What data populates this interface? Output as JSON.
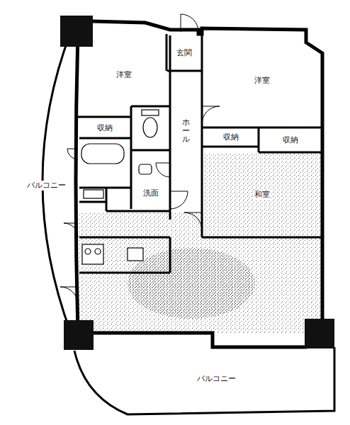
{
  "diagram": {
    "nodes": [
      {
        "text": [
          "洋室"
        ]
      },
      {
        "text": [
          "玄関"
        ]
      },
      {
        "text": [
          "洋室"
        ]
      },
      {
        "text": [
          "ホール"
        ]
      },
      {
        "text": [
          "収納"
        ]
      },
      {
        "text": [
          "収納"
        ]
      },
      {
        "text": [
          "収納"
        ]
      },
      {
        "text": [
          "洗面"
        ]
      },
      {
        "text": [
          "和室"
        ]
      },
      {
        "text": [
          "バルコニー"
        ]
      },
      {
        "text": [
          "バルコニー"
        ]
      }
    ]
  }
}
